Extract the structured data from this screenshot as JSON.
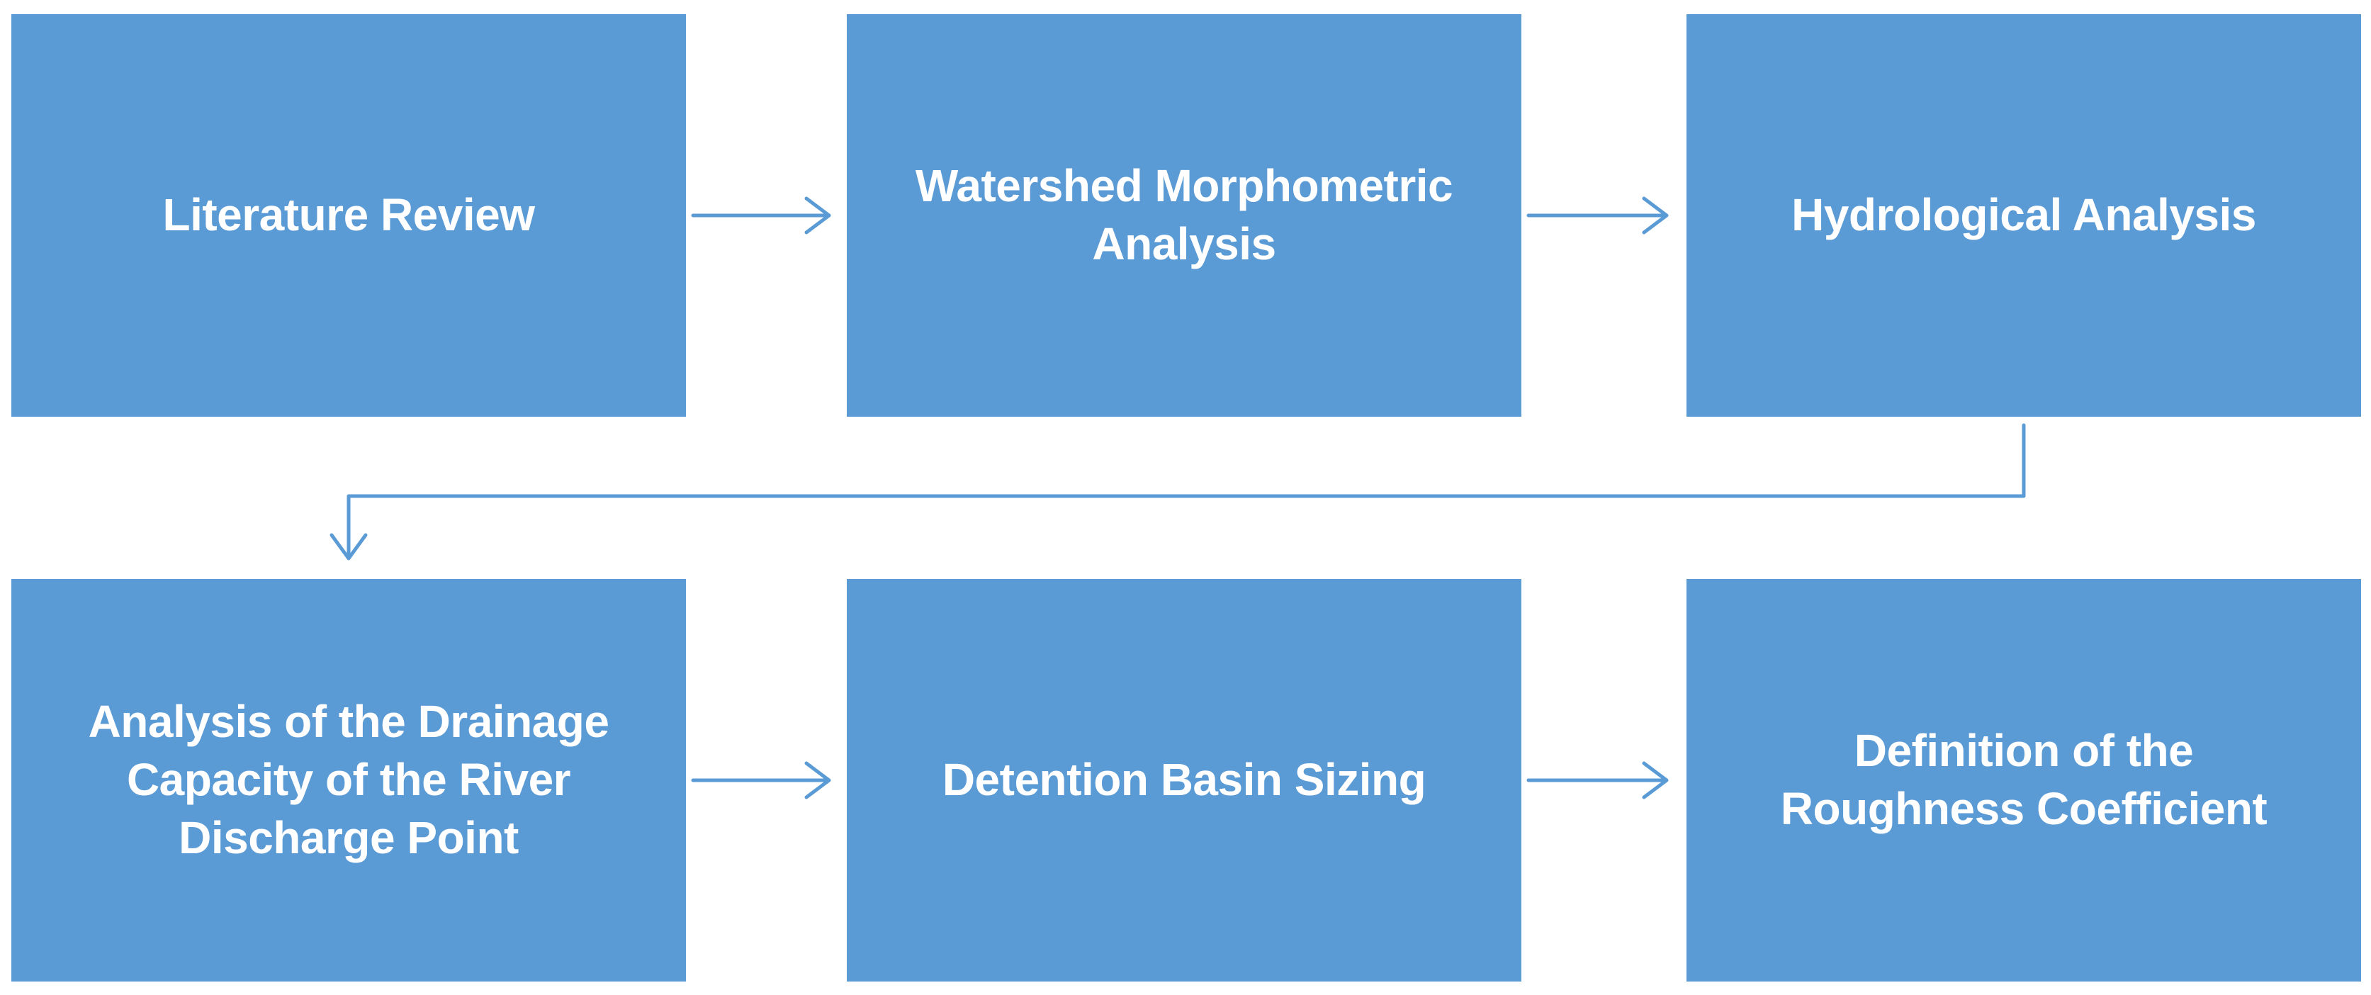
{
  "diagram": {
    "steps": [
      {
        "id": "literature",
        "label": "Literature Review"
      },
      {
        "id": "morpho",
        "label": "Watershed Morphometric Analysis"
      },
      {
        "id": "hydro",
        "label": "Hydrological Analysis"
      },
      {
        "id": "drainage",
        "label": "Analysis of the Drainage Capacity of the River Discharge Point"
      },
      {
        "id": "detention",
        "label": "Detention Basin Sizing"
      },
      {
        "id": "roughness",
        "label": "Definition of the Roughness Coefficient"
      }
    ],
    "colors": {
      "box_fill": "#5b9bd5",
      "box_text": "#ffffff",
      "connector": "#5b9bd5"
    }
  }
}
